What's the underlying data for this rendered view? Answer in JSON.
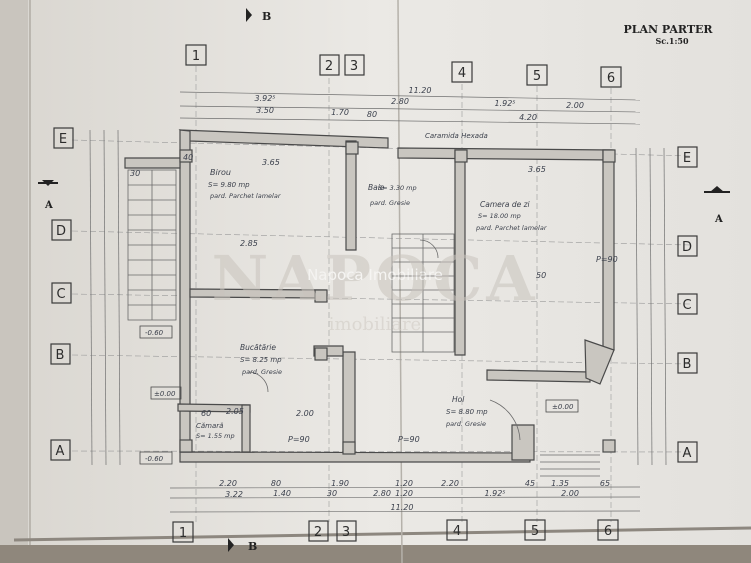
{
  "sheet": {
    "title": "PLAN PARTER",
    "scale": "Sc.1:50",
    "watermark_top": "NAPOCA",
    "watermark_brand": "Napoca Imobiliare",
    "watermark_sub": "imobiliare"
  },
  "section_marks": {
    "top": "B",
    "bottom": "B",
    "left": "A",
    "right": "A"
  },
  "axes": {
    "columns": [
      "1",
      "2",
      "3",
      "4",
      "5",
      "6"
    ],
    "rows": [
      "E",
      "D",
      "C",
      "B",
      "A"
    ]
  },
  "rooms": {
    "birou": {
      "name": "Birou",
      "area": "S= 9.80 mp",
      "floor": "pard. Parchet lamelar"
    },
    "baie": {
      "name": "Baie",
      "area": "S= 3.30 mp",
      "floor": "pard. Gresie"
    },
    "camera": {
      "name": "Camera de zi",
      "area": "S= 18.00 mp",
      "floor": "pard. Parchet lamelar"
    },
    "bucatarie": {
      "name": "Bucătărie",
      "area": "S= 8.25 mp",
      "floor": "pard. Gresie"
    },
    "camara": {
      "name": "Cămară",
      "area": "S= 1.55 mp"
    },
    "hol": {
      "name": "Hol",
      "area": "S= 8.80 mp",
      "floor": "pard. Gresie"
    }
  },
  "annotations": {
    "roof_note": "Caramida Hexada",
    "levels": [
      "±0.00",
      "-0.60",
      "-0.60",
      "±0.00"
    ]
  },
  "dimensions": {
    "top_overall": "11.20",
    "top_row1": [
      "3.92⁵",
      "2.80",
      "1.92⁵",
      "2.00"
    ],
    "top_row2": [
      "3.50",
      "1.70",
      "80",
      "4.20"
    ],
    "bottom_row1": [
      "2.20",
      "80",
      "1.90",
      "1.20",
      "2.20",
      "45",
      "1.35",
      "65"
    ],
    "bottom_row2": [
      "3.22",
      "1.40",
      "30",
      "2.80",
      "1.20",
      "1.92⁵",
      "2.00"
    ],
    "bottom_overall": "11.20",
    "interior": [
      "3.65",
      "3.65",
      "2.85",
      "2.00",
      "2.05",
      "50",
      "40",
      "30",
      "60",
      "P=90",
      "P=90",
      "P=90"
    ]
  }
}
